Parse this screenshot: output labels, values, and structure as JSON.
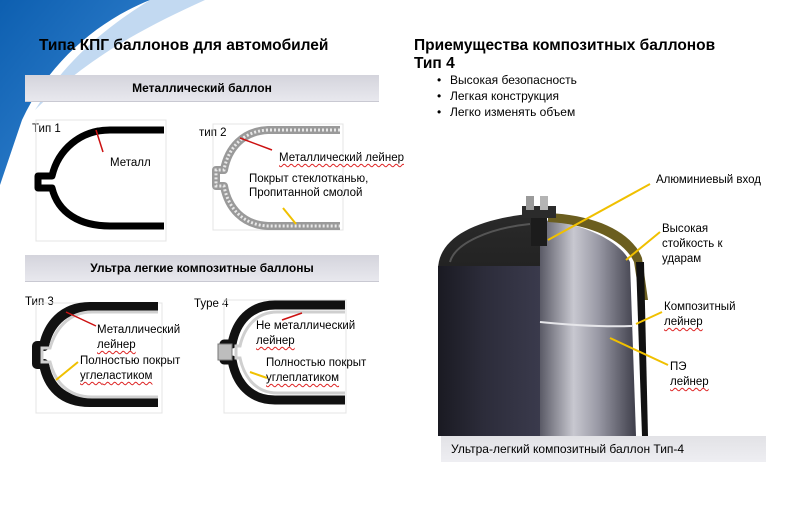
{
  "left": {
    "title": "Типа КПГ баллонов для автомобилей",
    "band_metal": "Металлический баллон",
    "band_composite": "Ультра легкие композитные баллоны",
    "type1": {
      "label": "Тип 1",
      "callout": "Металл"
    },
    "type2": {
      "label": "тип 2",
      "callout_liner": "Металлический лейнер",
      "callout_wrap_1": "Покрыт стеклотканью,",
      "callout_wrap_2": "Пропитанной смолой"
    },
    "type3": {
      "label": "Тип 3",
      "callout_liner_1": "Металлический",
      "callout_liner_2": "лейнер",
      "callout_wrap_1": "Полностью покрыт",
      "callout_wrap_2": "угле",
      "callout_wrap_2b": "ластиком"
    },
    "type4": {
      "label": "Type 4",
      "callout_liner_1": "Не металлический",
      "callout_liner_2": "лейнер",
      "callout_wrap_1": "Полностью покрыт",
      "callout_wrap_2": "углеплатиком"
    }
  },
  "right": {
    "title_line1": "Приемущества композитных баллонов",
    "title_line2": "Тип 4",
    "bullets": [
      "Высокая безопасность",
      "Легкая конструкция",
      "Легко изменять объем"
    ],
    "callouts": {
      "inlet": "Алюминиевый вход",
      "impact_1": "Высокая",
      "impact_2": "стойкость к",
      "impact_3": "ударам",
      "composite_1": "Композитный",
      "composite_2": "лейнер",
      "pe_1": "ПЭ",
      "pe_2": "лейнер"
    },
    "caption": "Ультра-легкий композитный баллон Тип-4"
  },
  "colors": {
    "accent_blue": "#1565b5",
    "arrow_red": "#cc1111",
    "arrow_yellow": "#f0c000"
  }
}
